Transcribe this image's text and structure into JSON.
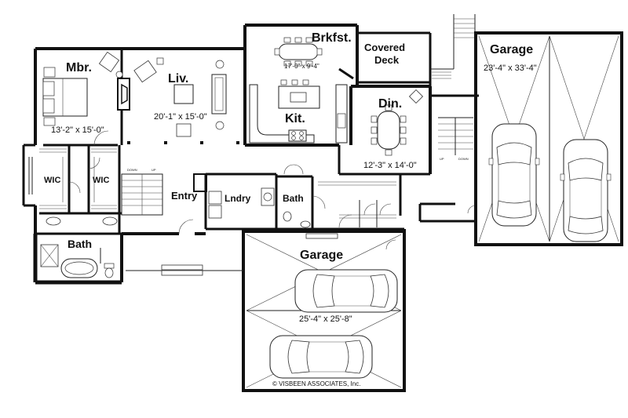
{
  "rooms": {
    "master_bedroom": {
      "name": "Mbr.",
      "dims": "13'-2\" x 15'-0\""
    },
    "living": {
      "name": "Liv.",
      "dims": "20'-1\" x 15'-0\""
    },
    "breakfast": {
      "name": "Brkfst.",
      "dims": "17'-0\" x 9'-4\""
    },
    "kitchen": {
      "name": "Kit."
    },
    "covered_deck": {
      "name_line1": "Covered",
      "name_line2": "Deck"
    },
    "dining": {
      "name": "Din.",
      "dims": "12'-3\" x 14'-0\""
    },
    "garage_right": {
      "name": "Garage",
      "dims": "23'-4\" x 33'-4\""
    },
    "garage_bottom": {
      "name": "Garage",
      "dims": "25'-4\" x 25'-8\""
    },
    "wic_left": {
      "name": "WIC"
    },
    "wic_right": {
      "name": "WIC"
    },
    "entry": {
      "name": "Entry"
    },
    "laundry": {
      "name": "Lndry"
    },
    "bath_small": {
      "name": "Bath"
    },
    "bath_master": {
      "name": "Bath"
    }
  },
  "stair_labels": {
    "down": "DOWN",
    "up": "UP"
  },
  "copyright": "© VISBEEN ASSOCIATES, Inc."
}
